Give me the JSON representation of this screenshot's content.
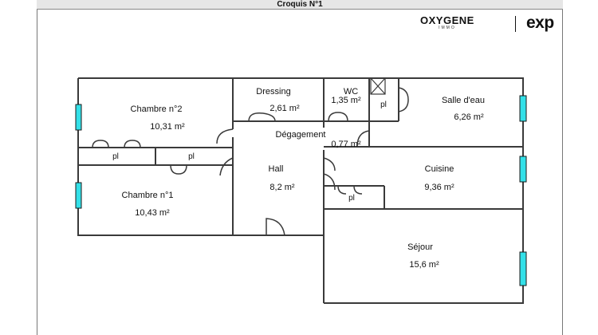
{
  "header": {
    "title": "Croquis N°1"
  },
  "logos": {
    "oxygene": "OXYGENE",
    "oxygene_sub": "IMMO",
    "exp": "exp"
  },
  "colors": {
    "window": "#33e0e8",
    "wall": "#3a3a3a"
  },
  "rooms": {
    "chambre2": {
      "name": "Chambre n°2",
      "area": "10,31  m²"
    },
    "dressing": {
      "name": "Dressing",
      "area": "2,61  m²"
    },
    "wc": {
      "name": "WC",
      "area": "1,35  m²"
    },
    "salle_eau": {
      "name": "Salle d'eau",
      "area": "6,26  m²"
    },
    "degagement": {
      "name": "Dégagement",
      "area": "0,77  m²"
    },
    "hall": {
      "name": "Hall",
      "area": "8,2  m²"
    },
    "cuisine": {
      "name": "Cuisine",
      "area": "9,36  m²"
    },
    "chambre1": {
      "name": "Chambre n°1",
      "area": "10,43  m²"
    },
    "sejour": {
      "name": "Séjour",
      "area": "15,6  m²"
    }
  },
  "closets": {
    "label": "pl"
  }
}
